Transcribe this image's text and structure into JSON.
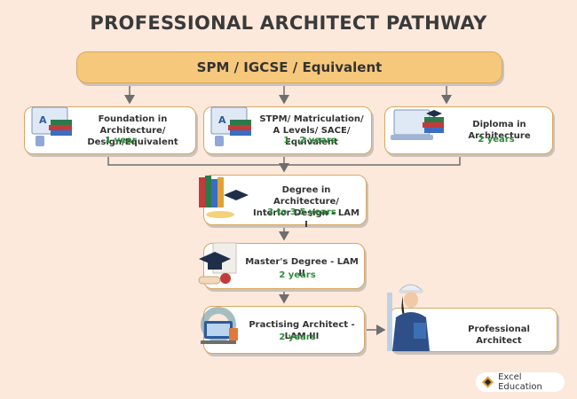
{
  "title": "PROFESSIONAL ARCHITECT PATHWAY",
  "entry": "SPM / IGCSE / Equivalent",
  "foundation": {
    "label_line1": "Foundation in Architecture/",
    "label_line2": "Design/Equivalent",
    "duration": "1 year"
  },
  "stpm": {
    "label_line1": "STPM/ Matriculation/",
    "label_line2": "A Levels/ SACE/ Equivalent",
    "duration": "1 - 2 years"
  },
  "diploma": {
    "label": "Diploma in Architecture",
    "duration": "2 years"
  },
  "degree": {
    "label_line1": "Degree in Architecture/",
    "label_line2": "Interior Design - LAM I",
    "duration": "3 to 3.5 years"
  },
  "masters": {
    "label": "Master's Degree - LAM II",
    "duration": "2 years"
  },
  "practising": {
    "label": "Practising Architect - LAM III",
    "duration": "2 years"
  },
  "professional": {
    "label": "Professional Architect"
  },
  "brand": "Excel Education",
  "colors": {
    "background": "#fce9dc",
    "entry_box": "#f6c87c",
    "border": "#d8a861",
    "duration": "#2e8b3a",
    "line": "#6e6e6e"
  }
}
